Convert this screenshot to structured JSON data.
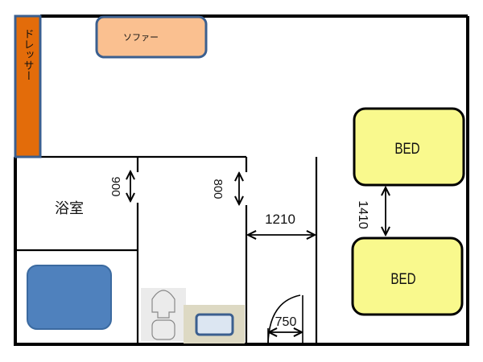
{
  "title": "Floor plan",
  "colors": {
    "wall": "#000000",
    "dresser_fill": "#e36c0a",
    "dresser_border": "#3b5f8f",
    "sofa_fill": "#fac090",
    "sofa_border": "#3b5f8f",
    "bed_fill": "#f9f98d",
    "bed_border": "#000000",
    "bathtub_fill": "#4f81bd",
    "bathtub_border": "#3b6aa0",
    "toilet_bg": "#ebebeb",
    "sink_bg": "#ddd9c3",
    "sink_fill": "#dce6f2",
    "sink_border": "#3b5f8f"
  },
  "furniture": {
    "dresser": "ドレッサー",
    "sofa": "ソファー",
    "bed_top": "BED",
    "bed_bottom": "BED"
  },
  "rooms": {
    "bathroom": "浴室"
  },
  "dimensions": {
    "bath_door": "900",
    "toilet_door": "800",
    "corridor_width": "1210",
    "bed_gap": "1410",
    "entrance_door": "750"
  }
}
